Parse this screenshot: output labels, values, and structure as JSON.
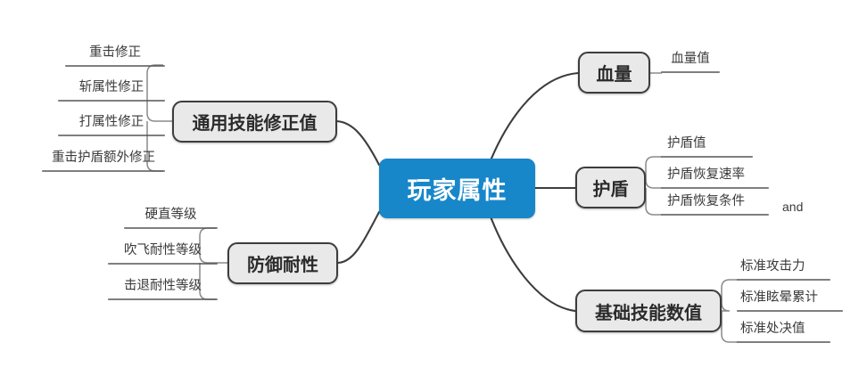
{
  "diagram": {
    "type": "mind-map",
    "title": "玩家属性",
    "root": {
      "label": "玩家属性",
      "color": "#1787c9",
      "text_color": "#ffffff"
    },
    "branch_color": "#e9e9e9",
    "branch_border": "#3d3d3d",
    "link_color": "#3d3d3d",
    "branches": [
      {
        "id": "general-skill-modifiers",
        "label": "通用技能修正值",
        "side": "left",
        "leaves": [
          {
            "label": "重击修正"
          },
          {
            "label": "斩属性修正"
          },
          {
            "label": "打属性修正"
          },
          {
            "label": "重击护盾额外修正"
          }
        ]
      },
      {
        "id": "defense-resistance",
        "label": "防御耐性",
        "side": "left",
        "leaves": [
          {
            "label": "硬直等级"
          },
          {
            "label": "吹飞耐性等级"
          },
          {
            "label": "击退耐性等级"
          }
        ]
      },
      {
        "id": "health",
        "label": "血量",
        "side": "right",
        "leaves": [
          {
            "label": "血量值"
          }
        ]
      },
      {
        "id": "shield",
        "label": "护盾",
        "side": "right",
        "leaves": [
          {
            "label": "护盾值"
          },
          {
            "label": "护盾恢复速率"
          },
          {
            "label": "护盾恢复条件"
          }
        ]
      },
      {
        "id": "basic-skill-values",
        "label": "基础技能数值",
        "side": "right",
        "leaves": [
          {
            "label": "标准攻击力"
          },
          {
            "label": "标准眩晕累计"
          },
          {
            "label": "标准处决值"
          }
        ]
      }
    ],
    "annotations": [
      {
        "id": "and-annotation",
        "label": "and"
      }
    ]
  }
}
